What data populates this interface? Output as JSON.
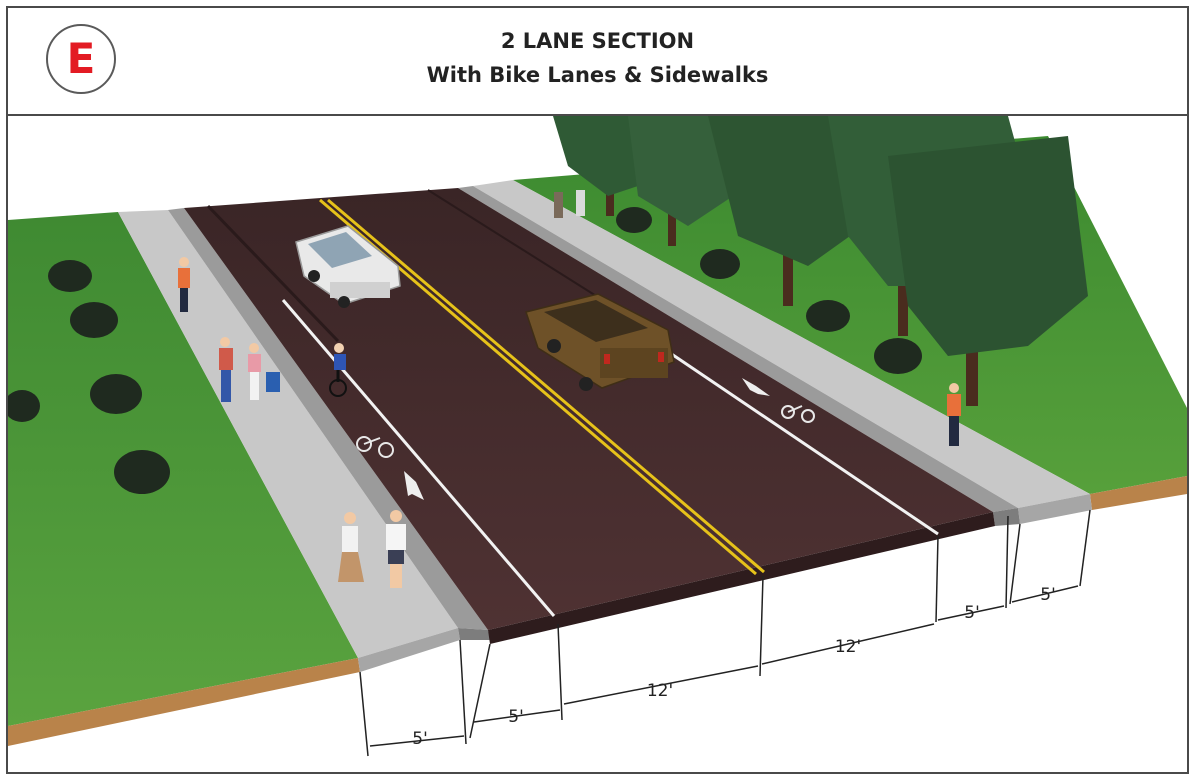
{
  "header": {
    "badge_letter": "E",
    "title": "2 LANE SECTION",
    "subtitle": "With Bike Lanes & Sidewalks"
  },
  "dimensions": {
    "left_sidewalk": "5'",
    "left_bike_lane": "5'",
    "left_travel_lane": "12'",
    "right_travel_lane": "12'",
    "right_bike_lane": "5'",
    "right_sidewalk": "5'"
  },
  "colors": {
    "badge_letter": "#e31b23",
    "road": "#4a2f30",
    "grass": "#4f9a3a",
    "sidewalk": "#c9c9c9",
    "centerline": "#e6c21a",
    "soil": "#b9834a"
  }
}
